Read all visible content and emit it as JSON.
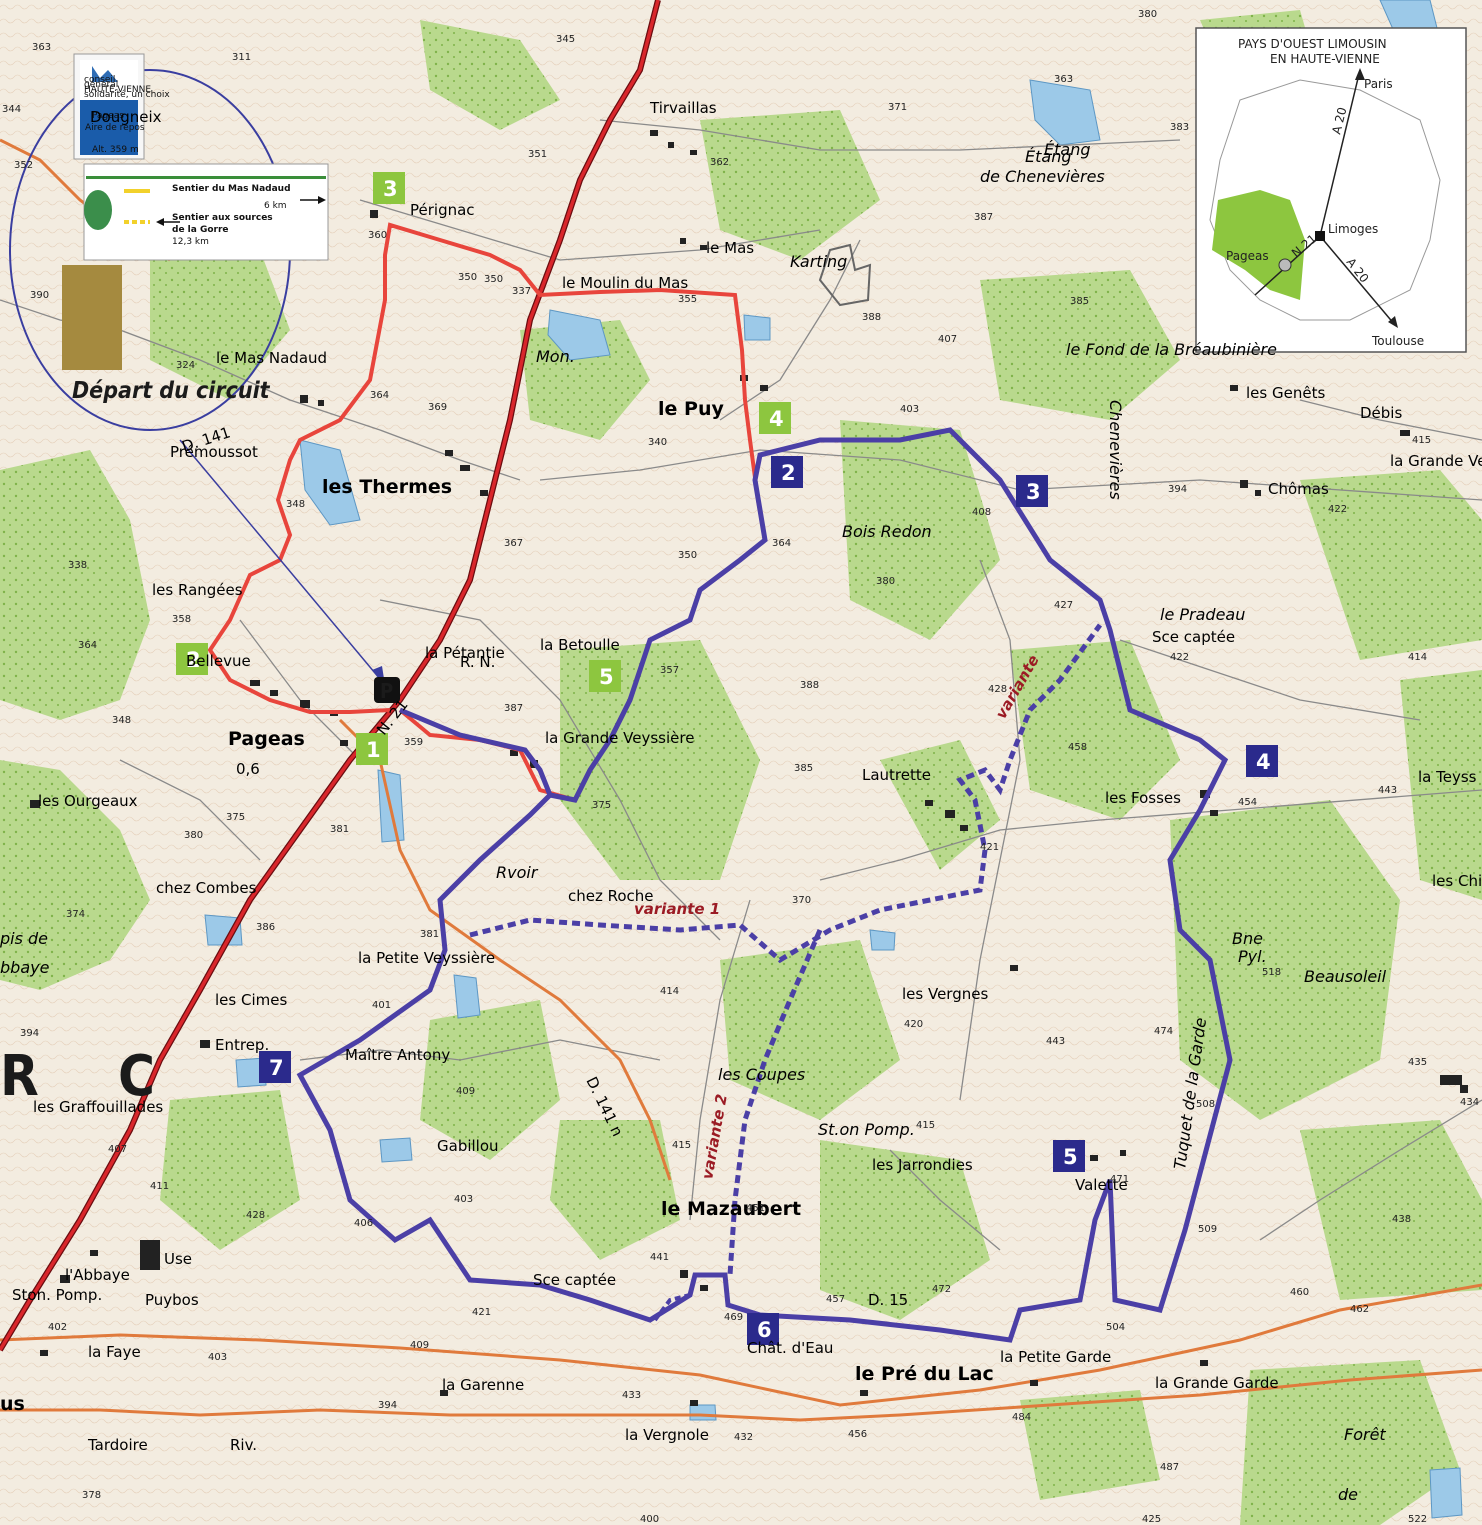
{
  "colors": {
    "paper": "#f3ece0",
    "forest": "#b9d98d",
    "forest_dark": "#8cbf5c",
    "water": "#9cc9e8",
    "road_main": "#d9262b",
    "road_secondary": "#e07a3c",
    "road_minor": "#888888",
    "red_circuit": "#e8453c",
    "blue_circuit": "#4b3fa6",
    "green_marker": "#8dc63f",
    "blue_marker": "#2b2a8c",
    "variant_text": "#9b1b24",
    "depart_text": "#2e2fa0"
  },
  "place_labels": [
    "Dougneix",
    "Tirvaillas",
    "Pérignac",
    "le Mas",
    "le Moulin du Mas",
    "Karting",
    "le Mas Nadaud",
    "les Thermes",
    "le Puy",
    "Prémoussot",
    "Bois Redon",
    "les Rangées",
    "Bellevue",
    "la Pétantie",
    "R. N.",
    "la Betoulle",
    "Pageas",
    "la Grande Veyssière",
    "Lautrette",
    "les Fosses",
    "les Ourgeaux",
    "chez Combes",
    "chez Roche",
    "la Petite Veyssière",
    "les Cimes",
    "Entrep.",
    "Maître Antony",
    "les Graffouillades",
    "Gabillou",
    "les Vergnes",
    "les Coupes",
    "St.on Pomp.",
    "les Jarrondies",
    "le Mazaubert",
    "Valette",
    "l'Abbaye",
    "Puybos",
    "Ston. Pomp.",
    "la Faye",
    "la Garenne",
    "le Pré du Lac",
    "la Petite Garde",
    "la Grande Garde",
    "Tardoire",
    "Riv.",
    "la Vergnole",
    "Chât. d'Eau",
    "Étang",
    "de Chenevières",
    "le Fond de la Bréaubinière",
    "les Genêts",
    "Chômas",
    "la Grande Verg",
    "le Pradeau",
    "Sce captée",
    "la Teyss",
    "les Chi",
    "Beausoleil",
    "Tuquet de la Garde",
    "Forêt",
    "D. 141",
    "D. 15",
    "D. 141 n",
    "N. 21",
    "Mon.",
    "Rvoir",
    "Bne",
    "Pyl.",
    "Use",
    "Sce captée",
    "0,6",
    "pis de",
    "bbaye",
    "Étang",
    "Chenevières",
    "Débis",
    "de",
    "us"
  ],
  "altitudes": [
    "363",
    "311",
    "345",
    "351",
    "362",
    "380",
    "363",
    "371",
    "383",
    "387",
    "344",
    "352",
    "360",
    "337",
    "355",
    "324",
    "364",
    "369",
    "385",
    "388",
    "407",
    "340",
    "403",
    "415",
    "394",
    "408",
    "422",
    "348",
    "367",
    "364",
    "380",
    "427",
    "338",
    "358",
    "414",
    "364",
    "357",
    "422",
    "428",
    "388",
    "348",
    "387",
    "359",
    "385",
    "458",
    "443",
    "454",
    "375",
    "381",
    "380",
    "421",
    "370",
    "374",
    "381",
    "386",
    "401",
    "414",
    "518",
    "394",
    "409",
    "415",
    "451",
    "420",
    "443",
    "474",
    "435",
    "434",
    "407",
    "411",
    "406",
    "403",
    "415",
    "472",
    "471",
    "508",
    "438",
    "428",
    "441",
    "421",
    "457",
    "469",
    "460",
    "509",
    "402",
    "403",
    "409",
    "504",
    "462",
    "433",
    "456",
    "484",
    "394",
    "432",
    "487",
    "378",
    "522",
    "400",
    "350",
    "375",
    "350",
    "390",
    "350",
    "425"
  ],
  "route_markers": {
    "red": [
      "1",
      "2",
      "3",
      "4",
      "5"
    ],
    "blue": [
      "2",
      "3",
      "4",
      "5",
      "6",
      "7"
    ]
  },
  "variants": [
    "variante 1",
    "variante 2",
    "variante"
  ],
  "start_panel": {
    "logo_lines": [
      "conseil",
      "général",
      "HAUTE-VIENNE",
      "solidarité, un choix"
    ],
    "board_lines": [
      "Pageas",
      "Aire de repos"
    ],
    "altitude": "Alt. 359 m",
    "trail1_name": "Sentier du Mas Nadaud",
    "trail1_length": "6 km",
    "trail2_name": "Sentier aux sources",
    "trail2_name2": "de la Gorre",
    "trail2_length": "12,3 km",
    "depart_label": "Départ du circuit"
  },
  "parking": "P",
  "inset": {
    "title_line1": "PAYS D'OUEST LIMOUSIN",
    "title_line2": "EN HAUTE-VIENNE",
    "cities": [
      "Paris",
      "Limoges",
      "Pageas",
      "Toulouse"
    ],
    "roads": [
      "A 20",
      "N 21",
      "A 20"
    ]
  },
  "edge_letters": [
    "R",
    "C"
  ]
}
